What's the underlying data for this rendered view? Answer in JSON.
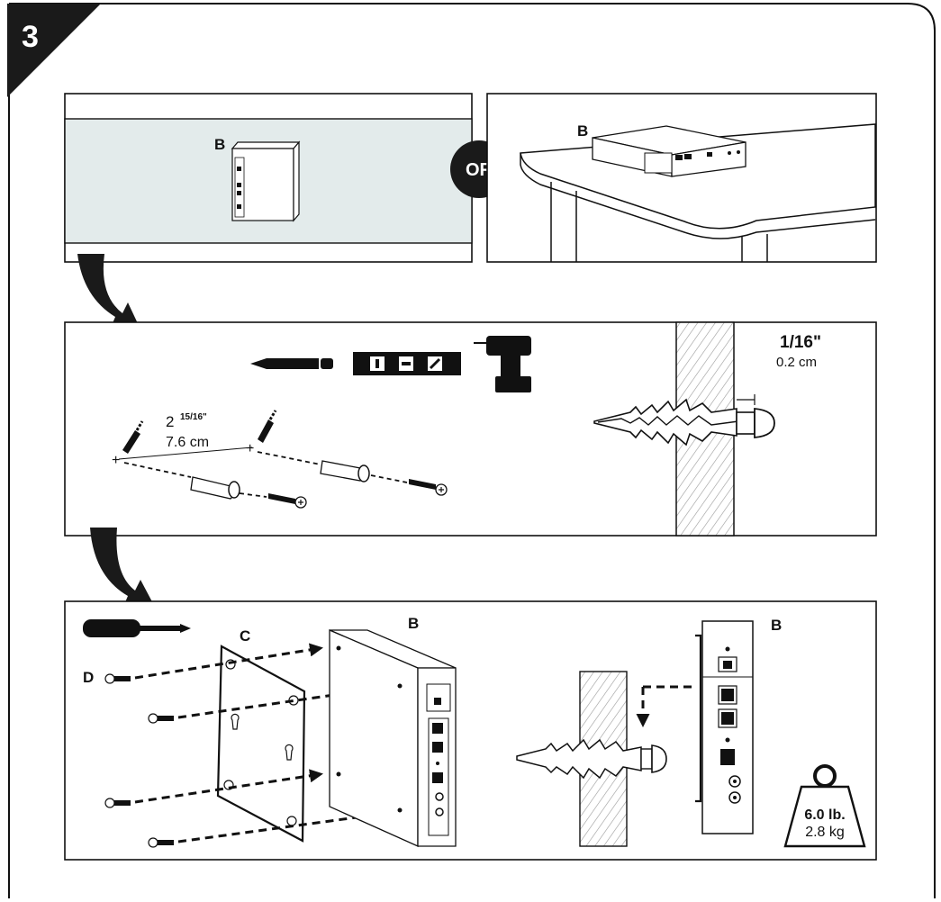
{
  "step": {
    "number": "3"
  },
  "panel_top": {
    "left": {
      "part_label": "B"
    },
    "or_label": "OR",
    "right": {
      "part_label": "B"
    }
  },
  "panel_mid": {
    "spacing": {
      "imperial_whole": "2",
      "imperial_fraction": "15/16\"",
      "metric": "7.6 cm"
    },
    "gap": {
      "imperial": "1/16\"",
      "metric": "0.2 cm"
    }
  },
  "panel_bottom": {
    "plate_label": "C",
    "screw_label": "D",
    "device_label": "B",
    "device_label_side": "B",
    "weight": {
      "imperial": "6.0 lb.",
      "metric": "2.8 kg"
    }
  }
}
